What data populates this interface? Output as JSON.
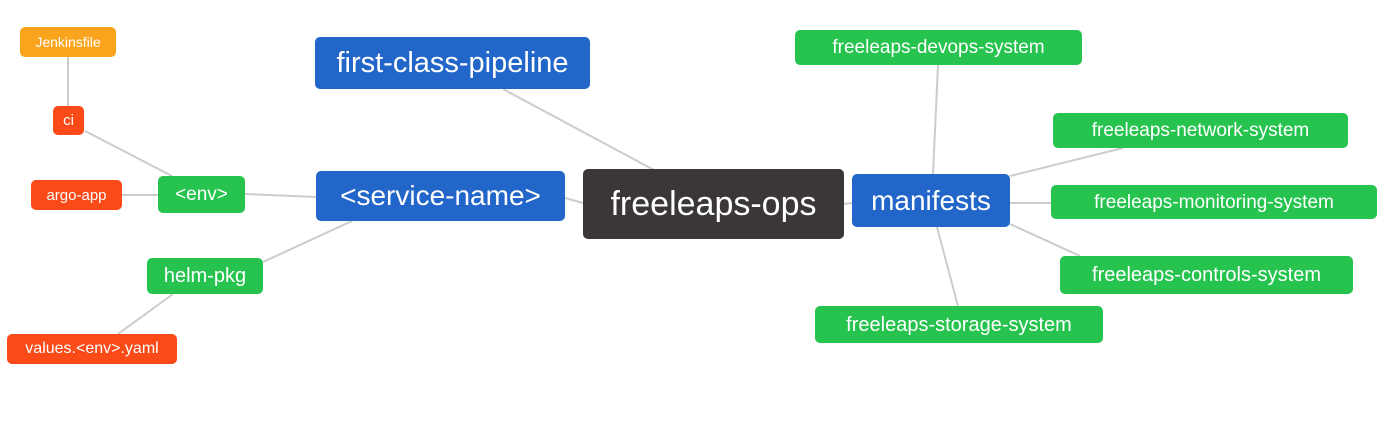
{
  "diagram": {
    "type": "mindmap",
    "root_label": "freeleaps-ops",
    "palette": {
      "blue": "#2166c8",
      "green": "#26c44f",
      "orange": "#faa41d",
      "red": "#fa4a18",
      "dark": "#3b3737",
      "edge": "#cccccc",
      "text": "#ffffff",
      "background": "#ffffff"
    },
    "nodes": {
      "jenkinsfile": {
        "label": "Jenkinsfile",
        "color": "orange"
      },
      "ci": {
        "label": "ci",
        "color": "red"
      },
      "argo_app": {
        "label": "argo-app",
        "color": "red"
      },
      "env": {
        "label": "<env>",
        "color": "green"
      },
      "first_class_pipeline": {
        "label": "first-class-pipeline",
        "color": "blue"
      },
      "service_name": {
        "label": "<service-name>",
        "color": "blue"
      },
      "freeleaps_ops": {
        "label": "freeleaps-ops",
        "color": "dark"
      },
      "manifests": {
        "label": "manifests",
        "color": "blue"
      },
      "helm_pkg": {
        "label": "helm-pkg",
        "color": "green"
      },
      "values_env_yaml": {
        "label": "values.<env>.yaml",
        "color": "red"
      },
      "devops_system": {
        "label": "freeleaps-devops-system",
        "color": "green"
      },
      "network_system": {
        "label": "freeleaps-network-system",
        "color": "green"
      },
      "monitoring_system": {
        "label": "freeleaps-monitoring-system",
        "color": "green"
      },
      "controls_system": {
        "label": "freeleaps-controls-system",
        "color": "green"
      },
      "storage_system": {
        "label": "freeleaps-storage-system",
        "color": "green"
      }
    },
    "edges": [
      {
        "from": "jenkinsfile",
        "to": "ci"
      },
      {
        "from": "ci",
        "to": "env"
      },
      {
        "from": "argo_app",
        "to": "env"
      },
      {
        "from": "env",
        "to": "service_name"
      },
      {
        "from": "service_name",
        "to": "helm_pkg"
      },
      {
        "from": "helm_pkg",
        "to": "values_env_yaml"
      },
      {
        "from": "first_class_pipeline",
        "to": "freeleaps_ops"
      },
      {
        "from": "service_name",
        "to": "freeleaps_ops"
      },
      {
        "from": "freeleaps_ops",
        "to": "manifests"
      },
      {
        "from": "manifests",
        "to": "devops_system"
      },
      {
        "from": "manifests",
        "to": "network_system"
      },
      {
        "from": "manifests",
        "to": "monitoring_system"
      },
      {
        "from": "manifests",
        "to": "controls_system"
      },
      {
        "from": "manifests",
        "to": "storage_system"
      }
    ]
  }
}
